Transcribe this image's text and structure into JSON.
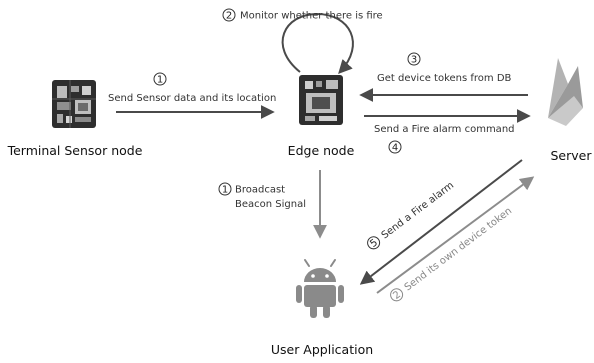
{
  "nodes": {
    "terminal": "Terminal Sensor node",
    "edge": "Edge node",
    "server": "Server",
    "user_app": "User Application"
  },
  "steps": {
    "s1": {
      "num": "1",
      "text": "Send Sensor data and its location"
    },
    "s2_monitor": {
      "num": "2",
      "text": "Monitor whether there is fire"
    },
    "s3": {
      "num": "3",
      "text": "Get device tokens from DB"
    },
    "s4": {
      "num": "4",
      "text": "Send a Fire alarm command"
    },
    "s1_broadcast": {
      "num": "1",
      "line1": "Broadcast",
      "line2": "Beacon Signal"
    },
    "s5": {
      "num": "5",
      "text": "Send a Fire alarm"
    },
    "s2_token": {
      "num": "2",
      "text": "Send its own device token"
    }
  },
  "colors": {
    "arrow_dark": "#4a4a4a",
    "arrow_light": "#8c8c8c",
    "chip": "#2e2e2e",
    "android": "#8a8a8a",
    "firebase": "#9a9a9a"
  }
}
